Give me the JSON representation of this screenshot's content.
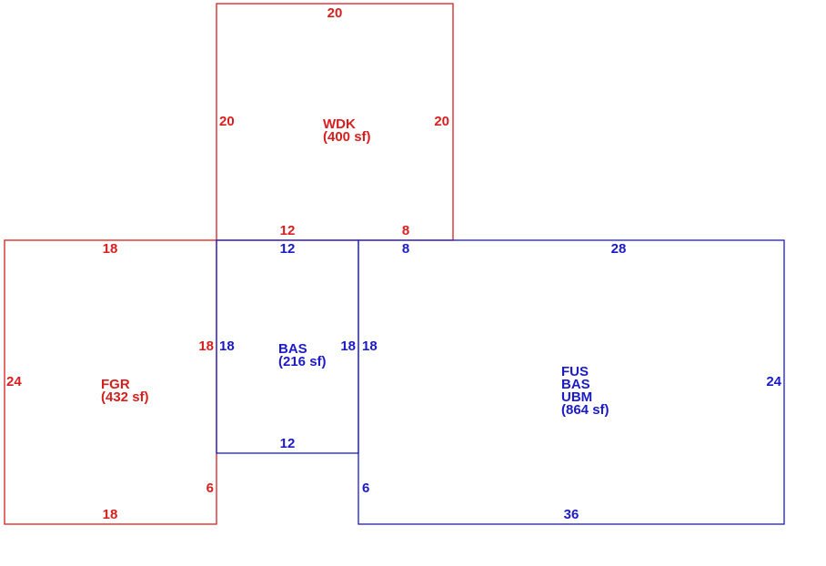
{
  "colors": {
    "red": "#d81e1e",
    "blue": "#1a1ac8"
  },
  "wdk": {
    "dims": {
      "top": "20",
      "left": "20",
      "right": "20",
      "bottom_left": "12",
      "bottom_right": "8"
    },
    "labels": [
      "WDK",
      "(400 sf)"
    ]
  },
  "fgr": {
    "dims": {
      "top": "18",
      "left": "24",
      "right": "18",
      "right_lower": "6",
      "bottom": "18"
    },
    "labels": [
      "FGR",
      "(432 sf)"
    ]
  },
  "bas_small": {
    "dims": {
      "top": "12",
      "left": "18",
      "right": "18",
      "bottom": "12"
    },
    "labels": [
      "BAS",
      "(216 sf)"
    ]
  },
  "main": {
    "dims": {
      "top_left": "8",
      "top_right": "28",
      "left": "18",
      "left_lower": "6",
      "right": "24",
      "bottom": "36"
    },
    "labels": [
      "FUS",
      "BAS",
      "UBM",
      "(864 sf)"
    ]
  }
}
